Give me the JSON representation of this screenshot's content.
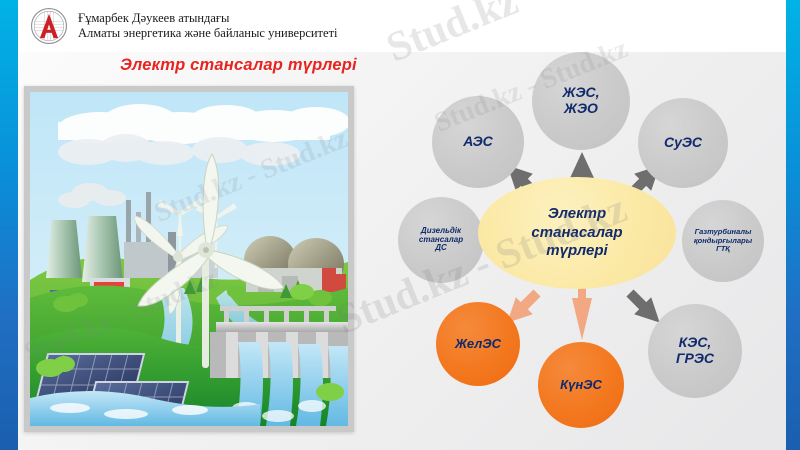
{
  "slide": {
    "title": "Электр стансалар түрлері",
    "title_color": "#e8241f"
  },
  "header": {
    "university_line1": "Ғұмарбек Дәукеев атындағы",
    "university_line2": "Алматы энергетика және байланыс университеті",
    "logo_name": "aueb-logo"
  },
  "illustration": {
    "caption": "",
    "alt_name": "renewable-energy-landscape-illustration"
  },
  "diagram": {
    "center": {
      "label": "Электр\nстанасалар\nтүрлері",
      "color": "#f9e299"
    },
    "nodes": [
      {
        "id": "zhes-zheo",
        "label": "ЖЭС,\nЖЭО",
        "color": "#cacaca",
        "style": "gray"
      },
      {
        "id": "aes",
        "label": "АЭС",
        "color": "#cacaca",
        "style": "gray"
      },
      {
        "id": "sues",
        "label": "СуЭС",
        "color": "#cacaca",
        "style": "gray"
      },
      {
        "id": "dizel",
        "label": "Дизельдік\nстансалар\nДС",
        "color": "#cacaca",
        "style": "gray"
      },
      {
        "id": "gazturbina",
        "label": "Газтурбиналы\nқондырғылары\nГТҚ",
        "color": "#cacaca",
        "style": "gray"
      },
      {
        "id": "kes-gres",
        "label": "КЭС,\nГРЭС",
        "color": "#cacaca",
        "style": "gray"
      },
      {
        "id": "zheles",
        "label": "ЖелЭС",
        "color": "#f3781f",
        "style": "orange"
      },
      {
        "id": "kunes",
        "label": "КүнЭС",
        "color": "#f3781f",
        "style": "orange"
      }
    ],
    "arrows": [
      {
        "id": "arrow-up",
        "direction": "up",
        "color": "#6e6e6e"
      },
      {
        "id": "arrow-up-left",
        "direction": "up-left",
        "color": "#6e6e6e"
      },
      {
        "id": "arrow-up-right",
        "direction": "up-right",
        "color": "#6e6e6e"
      },
      {
        "id": "arrow-down-right",
        "direction": "down-right",
        "color": "#6e6e6e"
      },
      {
        "id": "arrow-down-left",
        "direction": "down-left",
        "color": "#f2a882"
      },
      {
        "id": "arrow-down",
        "direction": "down",
        "color": "#f2a882"
      }
    ]
  },
  "watermark": {
    "text": "Stud.kz - Stud.kz"
  }
}
